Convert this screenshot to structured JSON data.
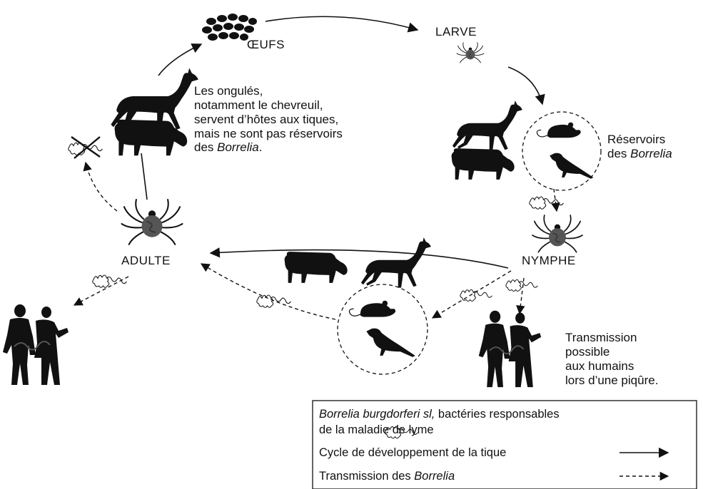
{
  "diagram": {
    "stages": {
      "eggs": "ŒUFS",
      "larva": "LARVE",
      "nymph": "NYMPHE",
      "adult": "ADULTE"
    },
    "ungulates_note": [
      "Les ongulés,",
      "notamment le chevreuil,",
      "servent d’hôtes aux tiques,",
      "mais ne sont pas réservoirs",
      "des "
    ],
    "ungulates_note_italic": "Borrelia",
    "ungulates_note_end": ".",
    "reservoirs": {
      "line1": "Réservoirs",
      "line2_prefix": "des ",
      "line2_italic": "Borrelia"
    },
    "transmission_note": [
      "Transmission",
      "possible",
      "aux humains",
      "lors d’une piqûre."
    ]
  },
  "legend": {
    "bacteria_italic": "Borrelia burgdorferi sl,",
    "bacteria_rest": " bactéries responsables",
    "bacteria_line2": "de la maladie de lyme",
    "cycle": "Cycle de développement de la tique",
    "transmission_prefix": "Transmission des ",
    "transmission_italic": "Borrelia"
  },
  "icons": [
    "egg-cluster-icon",
    "tick-icon",
    "deer-icon",
    "cow-icon",
    "mouse-icon",
    "bird-icon",
    "human-couple-icon",
    "borrelia-icon"
  ],
  "colors": {
    "ink": "#111111",
    "tick_body": "#555555",
    "background": "#ffffff"
  }
}
